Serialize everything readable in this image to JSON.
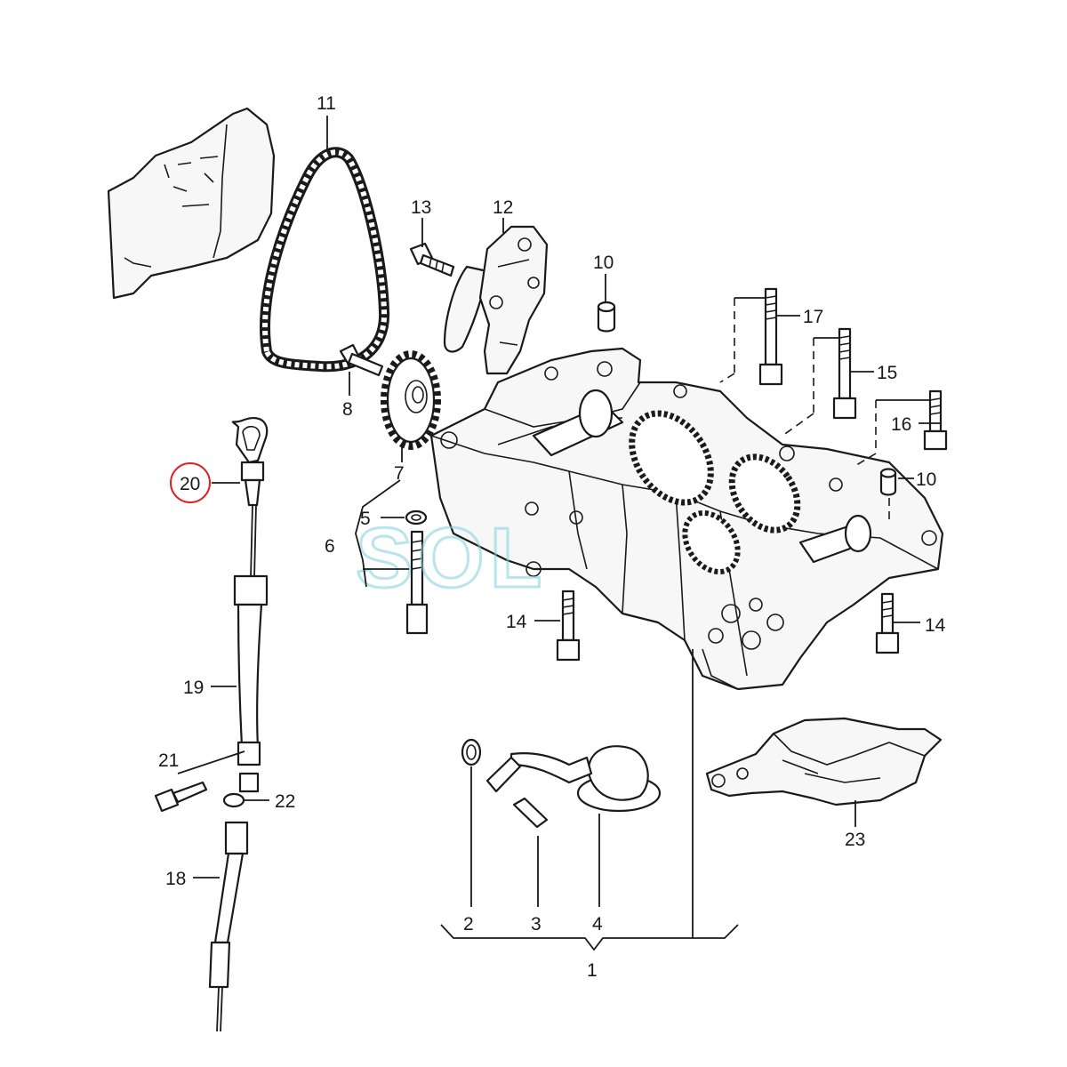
{
  "diagram": {
    "highlight_color": "#e02020",
    "watermark_text": "SOL",
    "watermark_color": "#7fd0e0",
    "callouts": [
      {
        "id": "c1",
        "label": "1"
      },
      {
        "id": "c2",
        "label": "2"
      },
      {
        "id": "c3",
        "label": "3"
      },
      {
        "id": "c4",
        "label": "4"
      },
      {
        "id": "c5",
        "label": "5"
      },
      {
        "id": "c6",
        "label": "6"
      },
      {
        "id": "c7",
        "label": "7"
      },
      {
        "id": "c8",
        "label": "8"
      },
      {
        "id": "c10a",
        "label": "10"
      },
      {
        "id": "c10b",
        "label": "10"
      },
      {
        "id": "c11",
        "label": "11"
      },
      {
        "id": "c12",
        "label": "12"
      },
      {
        "id": "c13",
        "label": "13"
      },
      {
        "id": "c14a",
        "label": "14"
      },
      {
        "id": "c14b",
        "label": "14"
      },
      {
        "id": "c15",
        "label": "15"
      },
      {
        "id": "c16",
        "label": "16"
      },
      {
        "id": "c17",
        "label": "17"
      },
      {
        "id": "c18",
        "label": "18"
      },
      {
        "id": "c19",
        "label": "19"
      },
      {
        "id": "c20",
        "label": "20",
        "highlighted": true
      },
      {
        "id": "c21",
        "label": "21"
      },
      {
        "id": "c22",
        "label": "22"
      },
      {
        "id": "c23",
        "label": "23"
      }
    ]
  }
}
